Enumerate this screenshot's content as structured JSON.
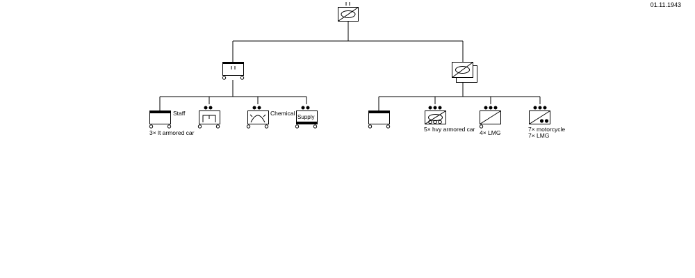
{
  "date": "01.11.1943",
  "units": {
    "staff": {
      "label": "Staff",
      "sublabel": "3× lt armored car"
    },
    "chemical": {
      "label": "Chemical"
    },
    "supply": {
      "label": "Supply"
    },
    "hvy_armored_car": {
      "label": "5× hvy armored car"
    },
    "lmg": {
      "label": "4× LMG"
    },
    "motorcycle": {
      "label_line1": "7× motorcycle",
      "label_line2": "7× LMG"
    }
  },
  "colors": {
    "line": "#000000",
    "background": "#ffffff"
  }
}
